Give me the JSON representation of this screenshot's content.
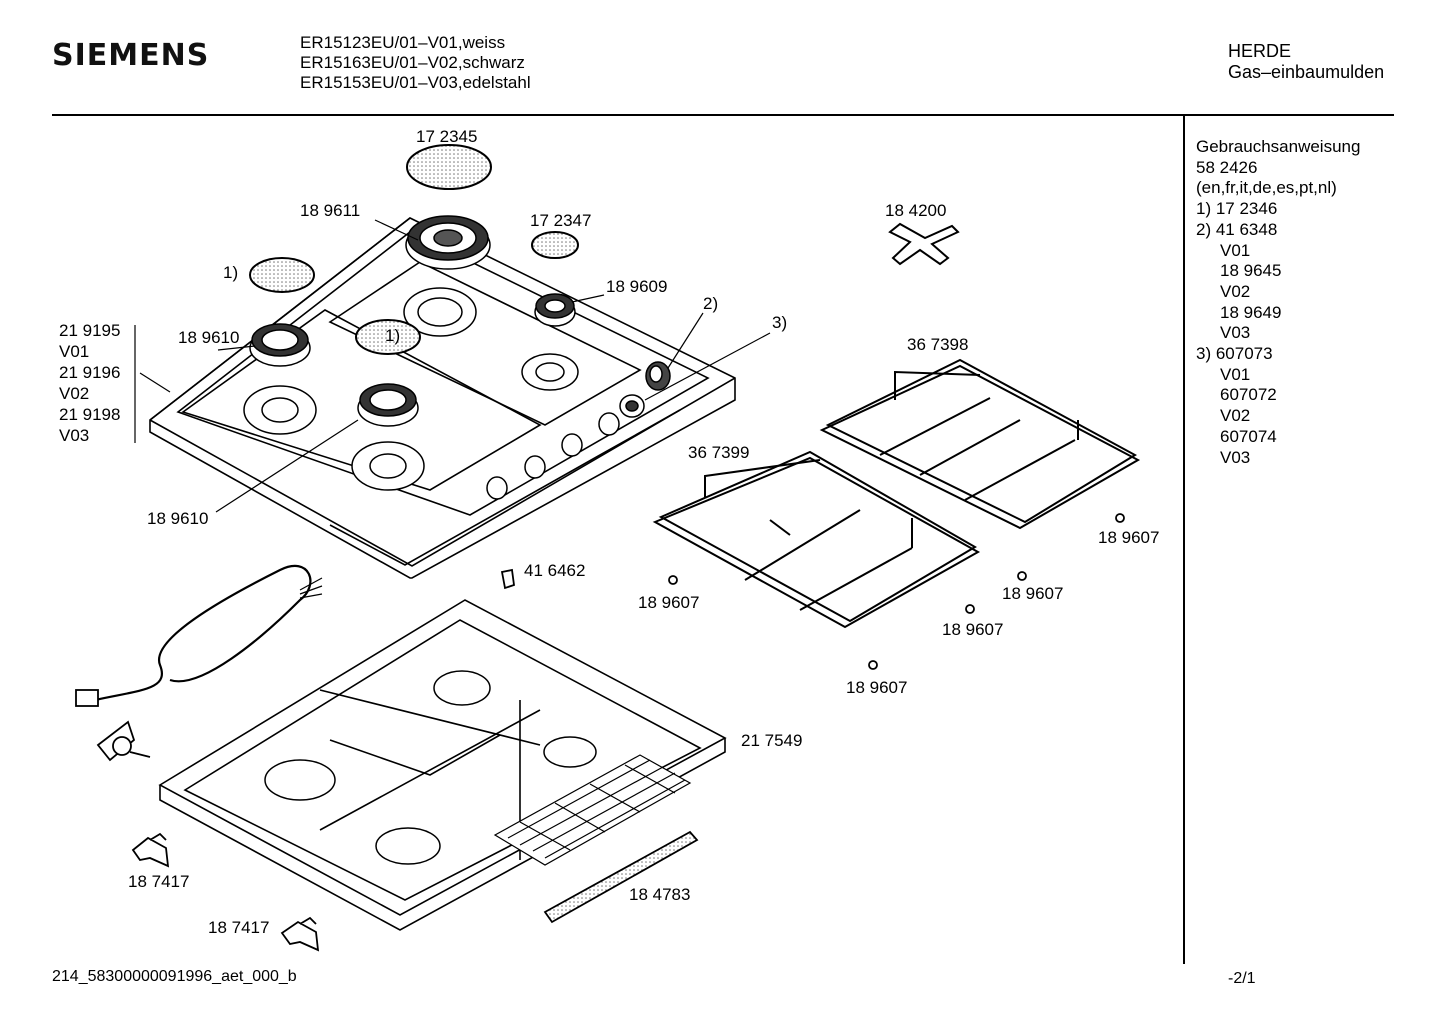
{
  "header": {
    "brand": "SIEMENS",
    "models": [
      "ER15123EU/01–V01,weiss",
      "ER15163EU/01–V02,schwarz",
      "ER15153EU/01–V03,edelstahl"
    ],
    "category_line1": "HERDE",
    "category_line2": "Gas–einbaumulden"
  },
  "legend": [
    {
      "text": "Gebrauchsanweisung",
      "indent": false
    },
    {
      "text": "58 2426",
      "indent": false
    },
    {
      "text": "(en,fr,it,de,es,pt,nl)",
      "indent": false
    },
    {
      "text": "1) 17 2346",
      "indent": false
    },
    {
      "text": "2) 41 6348",
      "indent": false
    },
    {
      "text": "V01",
      "indent": true
    },
    {
      "text": "18 9645",
      "indent": true
    },
    {
      "text": "V02",
      "indent": true
    },
    {
      "text": "18 9649",
      "indent": true
    },
    {
      "text": "V03",
      "indent": true
    },
    {
      "text": "3) 607073",
      "indent": false
    },
    {
      "text": "V01",
      "indent": true
    },
    {
      "text": "607072",
      "indent": true
    },
    {
      "text": "V02",
      "indent": true
    },
    {
      "text": "607074",
      "indent": true
    },
    {
      "text": "V03",
      "indent": true
    }
  ],
  "parts": {
    "cap_large": "17 2345",
    "burner_large": "18 9611",
    "cap_small": "17 2347",
    "cap_ref_left": "1)",
    "cap_ref_center": "1)",
    "burner_small": "18 9609",
    "burner_medium_left": "18 9610",
    "burner_medium_lower": "18 9610",
    "knob_ref": "2)",
    "switch_ref": "3)",
    "hob_top_v01_code": "21 9195",
    "hob_top_v01": "V01",
    "hob_top_v02_code": "21 9196",
    "hob_top_v02": "V02",
    "hob_top_v03_code": "21 9198",
    "hob_top_v03": "V03",
    "wok_ring": "18 4200",
    "pan_support_right": "36 7398",
    "pan_support_left": "36 7399",
    "foot_1": "18 9607",
    "foot_2": "18 9607",
    "foot_3": "18 9607",
    "foot_4": "18 9607",
    "foot_5": "18 9607",
    "clip": "41 6462",
    "base_tray": "21 7549",
    "bracket_1": "18 7417",
    "bracket_2": "18 7417",
    "seal_strip": "18 4783"
  },
  "footer": {
    "doc_id": "214_58300000091996_aet_000_b",
    "page": "-2/1"
  }
}
